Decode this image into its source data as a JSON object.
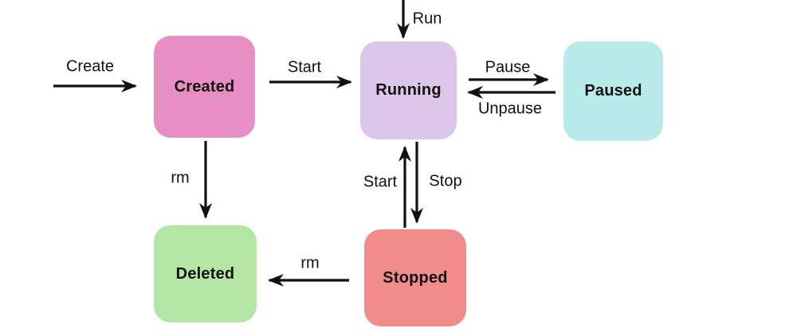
{
  "background": "#ffffff",
  "line_color": "#111111",
  "nodes": [
    {
      "id": "created",
      "label": "Created",
      "color": "#e78fc4"
    },
    {
      "id": "running",
      "label": "Running",
      "color": "#dcc6e9"
    },
    {
      "id": "paused",
      "label": "Paused",
      "color": "#b8eae9"
    },
    {
      "id": "stopped",
      "label": "Stopped",
      "color": "#f08c8c"
    },
    {
      "id": "deleted",
      "label": "Deleted",
      "color": "#b3e5a3"
    }
  ],
  "edges": [
    {
      "label": "Create",
      "from": "external",
      "to": "created"
    },
    {
      "label": "Start",
      "from": "created",
      "to": "running"
    },
    {
      "label": "Run",
      "from": "external",
      "to": "running"
    },
    {
      "label": "Pause",
      "from": "running",
      "to": "paused"
    },
    {
      "label": "Unpause",
      "from": "paused",
      "to": "running"
    },
    {
      "label": "rm",
      "from": "created",
      "to": "deleted"
    },
    {
      "label": "Start",
      "from": "stopped",
      "to": "running"
    },
    {
      "label": "Stop",
      "from": "running",
      "to": "stopped"
    },
    {
      "label": "rm",
      "from": "stopped",
      "to": "deleted"
    }
  ]
}
